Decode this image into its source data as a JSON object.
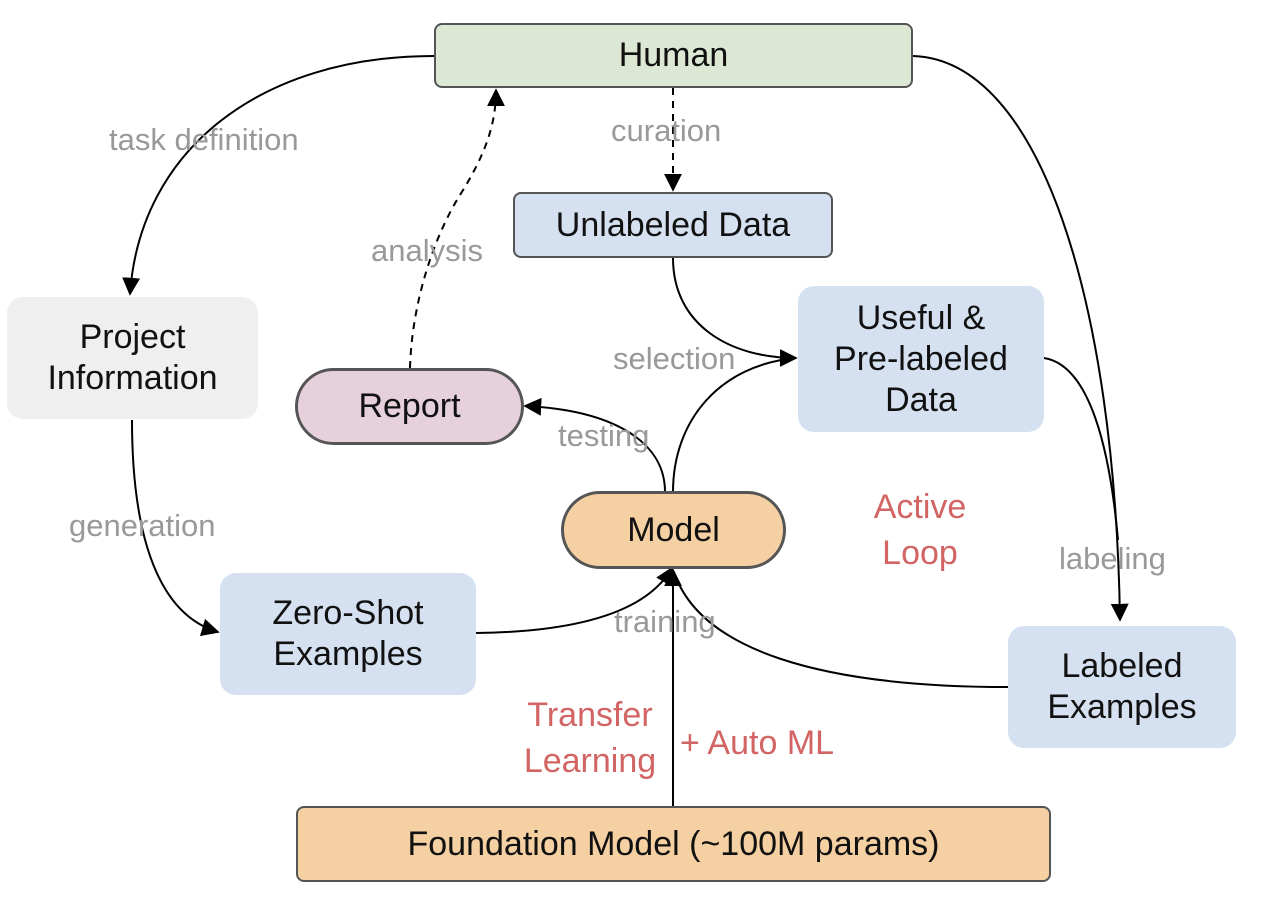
{
  "nodes": {
    "human": "Human",
    "unlabeled": "Unlabeled Data",
    "project": [
      "Project",
      "Information"
    ],
    "report": "Report",
    "useful": [
      "Useful &",
      "Pre-labeled",
      "Data"
    ],
    "model": "Model",
    "zeroshot": [
      "Zero-Shot",
      "Examples"
    ],
    "labeled": [
      "Labeled",
      "Examples"
    ],
    "foundation": "Foundation Model (~100M params)"
  },
  "edges": {
    "task_definition": "task definition",
    "curation": "curation",
    "analysis": "analysis",
    "selection": "selection",
    "testing": "testing",
    "generation": "generation",
    "labeling": "labeling",
    "training": "training"
  },
  "annotations": {
    "active_loop": [
      "Active",
      "Loop"
    ],
    "transfer_learning": [
      "Transfer",
      "Learning"
    ],
    "auto_ml": "+ Auto ML"
  },
  "colors": {
    "human_fill": "#dce8d4",
    "blue_fill": "#d5e1f0",
    "gray_fill": "#efefef",
    "report_fill": "#e6d0dc",
    "orange_fill": "#f5d0a2",
    "annotation_red": "#d26464",
    "edge_label_gray": "#999999"
  }
}
